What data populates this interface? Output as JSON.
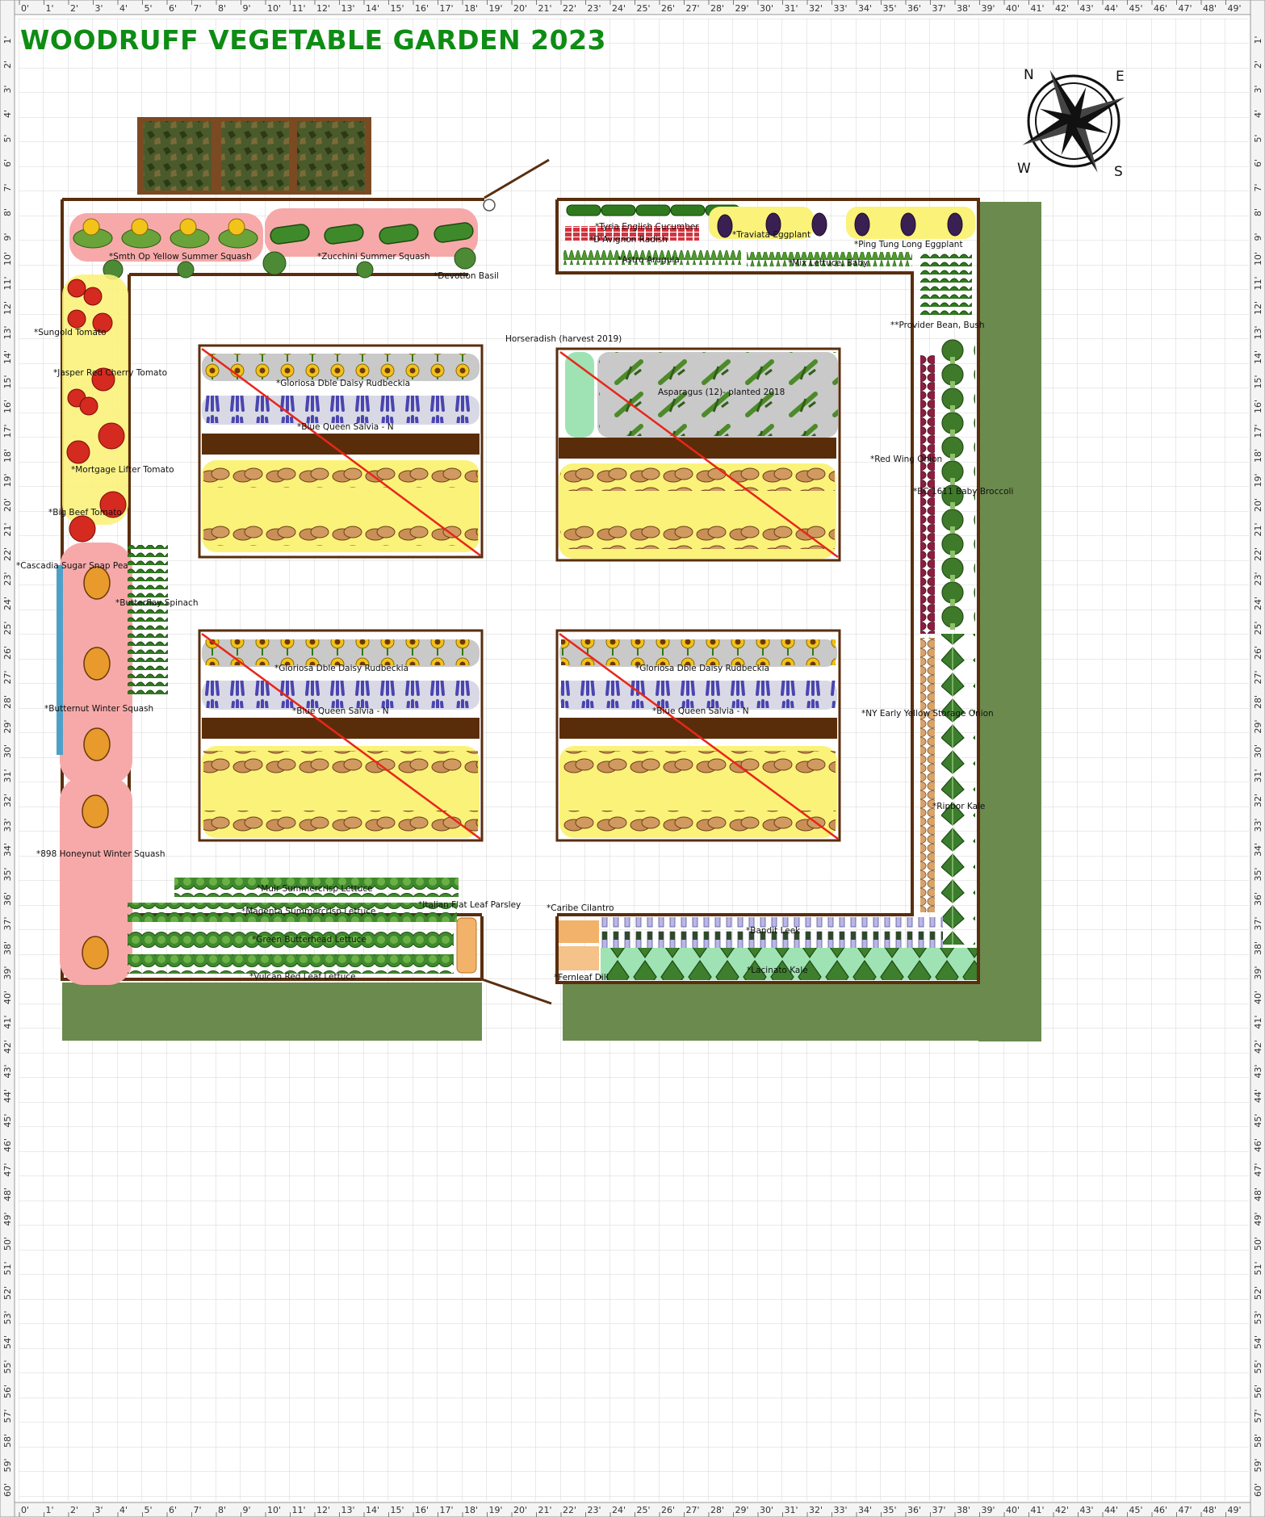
{
  "title": "WOODRUFF VEGETABLE GARDEN 2023",
  "compass": {
    "n": "N",
    "e": "E",
    "s": "S",
    "w": "W"
  },
  "ruler": {
    "top": [
      "0'",
      "1'",
      "2'",
      "3'",
      "4'",
      "5'",
      "6'",
      "7'",
      "8'",
      "9'",
      "10'",
      "11'",
      "12'",
      "13'",
      "14'",
      "15'",
      "16'",
      "17'",
      "18'",
      "19'",
      "20'",
      "21'",
      "22'",
      "23'",
      "24'",
      "25'",
      "26'",
      "27'",
      "28'",
      "29'",
      "30'",
      "31'",
      "32'",
      "33'",
      "34'",
      "35'",
      "36'",
      "37'",
      "38'",
      "39'",
      "40'",
      "41'",
      "42'",
      "43'",
      "44'",
      "45'",
      "46'",
      "47'",
      "48'",
      "49'"
    ],
    "side": [
      "1'",
      "2'",
      "3'",
      "4'",
      "5'",
      "6'",
      "7'",
      "8'",
      "9'",
      "10'",
      "11'",
      "12'",
      "13'",
      "14'",
      "15'",
      "16'",
      "17'",
      "18'",
      "19'",
      "20'",
      "21'",
      "22'",
      "23'",
      "24'",
      "25'",
      "26'",
      "27'",
      "28'",
      "29'",
      "30'",
      "31'",
      "32'",
      "33'",
      "34'",
      "35'",
      "36'",
      "37'",
      "38'",
      "39'",
      "40'",
      "41'",
      "42'",
      "43'",
      "44'",
      "45'",
      "46'",
      "47'",
      "48'",
      "49'",
      "50'",
      "51'",
      "52'",
      "53'",
      "54'",
      "55'",
      "56'",
      "57'",
      "58'",
      "59'",
      "60'"
    ]
  },
  "labels": {
    "yellow_squash": "*Smth Op Yellow Summer Squash",
    "zucchini": "*Zucchini Summer Squash",
    "basil": "*Devotion Basil",
    "cucumber": "*Tyria English Cucumber",
    "radish": "*D'Avignon Radish",
    "arugula": "*Astro Arugula",
    "traviata": "*Traviata Eggplant",
    "pingtung": "*Ping Tung Long Eggplant",
    "lettuce_baby": "*Mix Lettuce, Baby",
    "bean": "**Provider Bean, Bush",
    "sungold": "*Sungold Tomato",
    "jasper": "*Jasper Red Cherry Tomato",
    "mortgage": "*Mortgage Lifter Tomato",
    "bigbeef": "*Big Beef Tomato",
    "snappea": "*Cascadia Sugar Snap Pea",
    "spinach": "*Butterflay Spinach",
    "butternut": "*Butternut Winter Squash",
    "honeynut": "*898 Honeynut Winter Squash",
    "horseradish": "Horseradish (harvest 2019)",
    "asparagus": "Asparagus (12)- planted 2018",
    "rudbeckia": "*Gloriosa Dble Daisy Rudbeckia",
    "salvia": "*Blue Queen Salvia - N",
    "red_onion": "*Red Wing Onion",
    "broccoli": "*BC 1611 Baby Broccoli",
    "ny_onion": "*NY Early Yellow Storage Onion",
    "kale_ripbor": "*Ripbor Kale",
    "muir": "*Muir Summercrisp Lettuce",
    "magenta": "*Magenta Summercrisp Lettuce",
    "butterhead": "*Green Butterhead Lettuce",
    "vulcan": "*Vulcan Red Leaf Lettuce",
    "parsley": "*Italian Flat Leaf Parsley",
    "cilantro": "*Caribe Cilantro",
    "dill": "*Fernleaf Dill",
    "leek": "*Bandit Leek",
    "lacinato": "*Lacinato Kale"
  },
  "colors": {
    "title": "#0e8c14",
    "grass": "#6b8a4e",
    "bed_border": "#5a2e0e",
    "soil": "#5a2d0a",
    "highlight_yellow": "#fbf27a",
    "highlight_pink": "#f7a9a9",
    "highlight_gray": "#c9c9c9",
    "highlight_green": "#9fe3b4"
  }
}
